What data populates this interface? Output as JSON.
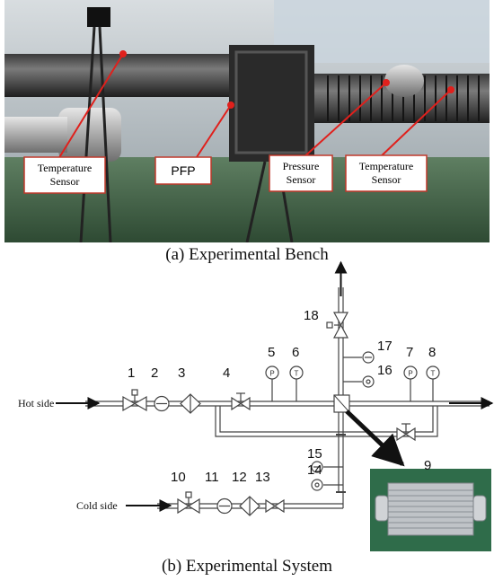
{
  "photo": {
    "caption": "(a)  Experimental Bench",
    "labels": {
      "temp_left": [
        "Temperature",
        "Sensor"
      ],
      "pfp": "PFP",
      "pressure": [
        "Pressure",
        "Sensor"
      ],
      "temp_right": [
        "Temperature",
        "Sensor"
      ]
    },
    "colors": {
      "pointer": "#e0201c",
      "label_border": "#c0392b"
    }
  },
  "schematic": {
    "caption": "(b) Experimental System",
    "hot_side": "Hot side",
    "cold_side": "Cold side",
    "components": {
      "c1": "1",
      "c2": "2",
      "c3": "3",
      "c4": "4",
      "c5": "5",
      "c6": "6",
      "c7": "7",
      "c8": "8",
      "c9": "9",
      "c10": "10",
      "c11": "11",
      "c12": "12",
      "c13": "13",
      "c14": "14",
      "c15": "15",
      "c16": "16",
      "c17": "17",
      "c18": "18"
    },
    "gauge_letters": {
      "pressure": "P",
      "temperature": "T"
    }
  }
}
